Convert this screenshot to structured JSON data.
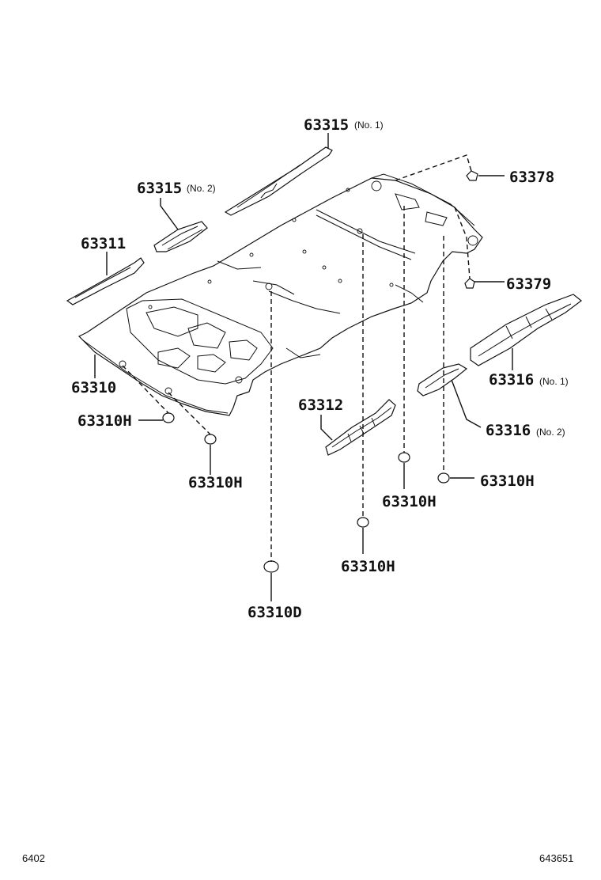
{
  "labels": {
    "p63315_no1": {
      "num": "63315",
      "suffix": "(No. 1)"
    },
    "p63315_no2": {
      "num": "63315",
      "suffix": "(No. 2)"
    },
    "p63378": {
      "num": "63378"
    },
    "p63311": {
      "num": "63311"
    },
    "p63379": {
      "num": "63379"
    },
    "p63310": {
      "num": "63310"
    },
    "p63316_no1": {
      "num": "63316",
      "suffix": "(No. 1)"
    },
    "p63312": {
      "num": "63312"
    },
    "p63316_no2": {
      "num": "63316",
      "suffix": "(No. 2)"
    },
    "p63310h_a": {
      "num": "63310H"
    },
    "p63310h_b": {
      "num": "63310H"
    },
    "p63310h_c": {
      "num": "63310H"
    },
    "p63310h_d": {
      "num": "63310H"
    },
    "p63310h_e": {
      "num": "63310H"
    },
    "p63310d": {
      "num": "63310D"
    }
  },
  "footer": {
    "left": "6402",
    "right": "643651"
  }
}
